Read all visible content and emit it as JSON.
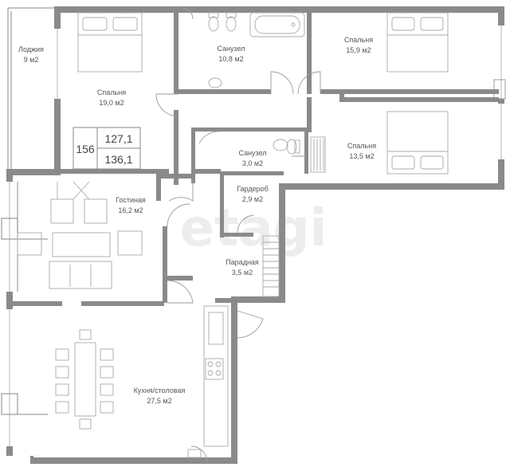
{
  "watermark": "etagi",
  "info_box": {
    "code": "156",
    "area_living": "127,1",
    "area_total": "136,1"
  },
  "rooms": [
    {
      "id": "loggia",
      "name": "Лоджия",
      "area": "9 м2"
    },
    {
      "id": "bedroom-1",
      "name": "Спальня",
      "area": "19,0 м2"
    },
    {
      "id": "bathroom-1",
      "name": "Санузел",
      "area": "10,8 м2"
    },
    {
      "id": "bedroom-2",
      "name": "Спальня",
      "area": "15,9 м2"
    },
    {
      "id": "bedroom-3",
      "name": "Спальня",
      "area": "13,5 м2"
    },
    {
      "id": "bathroom-2",
      "name": "Санузел",
      "area": "3,0 м2"
    },
    {
      "id": "wardrobe",
      "name": "Гардероб",
      "area": "2,9 м2"
    },
    {
      "id": "living-room",
      "name": "Гостиная",
      "area": "16,2 м2"
    },
    {
      "id": "hallway",
      "name": "Парадная",
      "area": "3,5 м2"
    },
    {
      "id": "kitchen-dining",
      "name": "Кухня/столовая",
      "area": "27,5 м2"
    }
  ]
}
